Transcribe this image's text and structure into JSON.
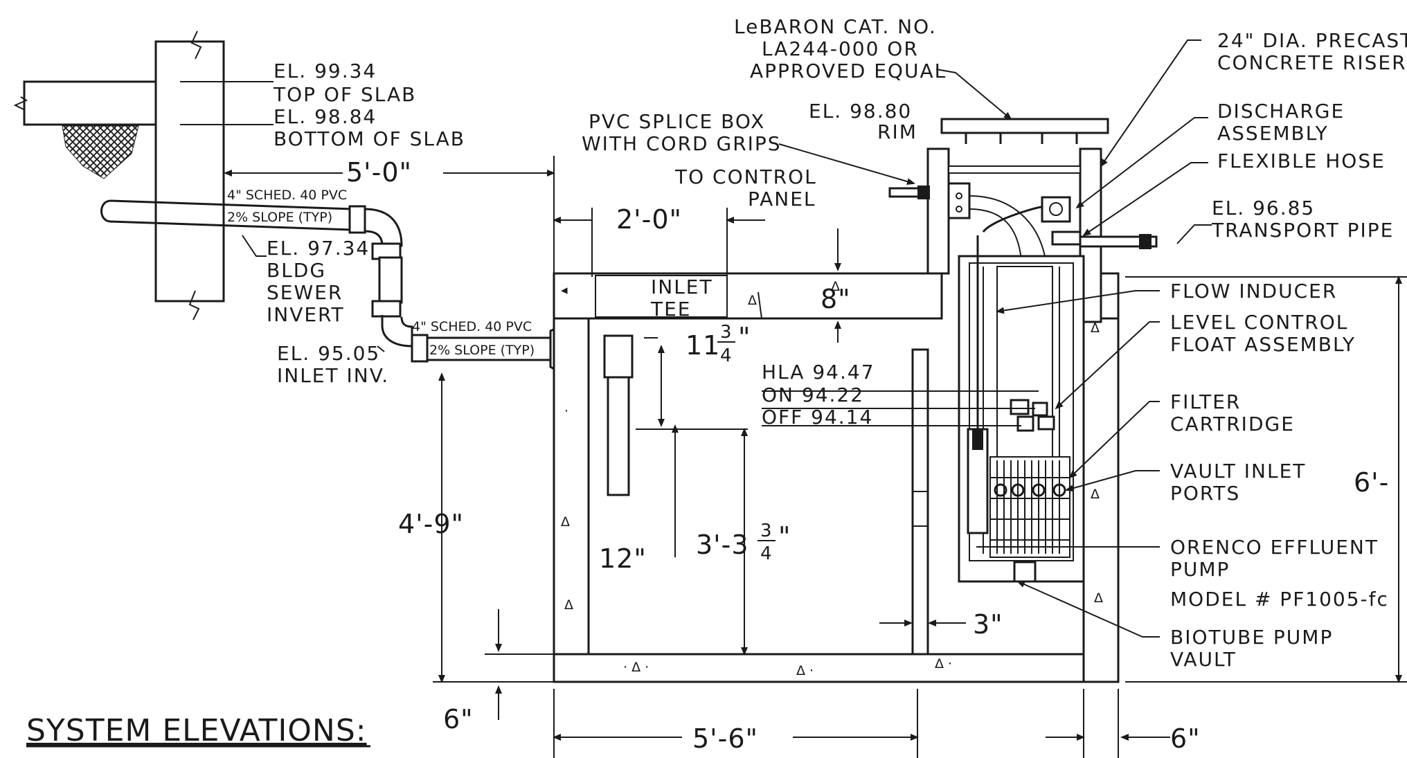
{
  "title": "SYSTEM ELEVATIONS:",
  "labels": {
    "el_top_slab": "EL. 99.34",
    "top_of_slab": "TOP OF SLAB",
    "el_bottom_slab": "EL. 98.84",
    "bottom_of_slab": "BOTTOM OF SLAB",
    "pipe_upper": "4\" SCHED. 40 PVC",
    "slope_upper": "2% SLOPE (TYP)",
    "el_sewer": "EL. 97.34",
    "bldg": "BLDG",
    "sewer": "SEWER",
    "invert": "INVERT",
    "pipe_lower": "4\" SCHED. 40 PVC",
    "slope_lower": "2% SLOPE (TYP)",
    "el_inlet": "EL. 95.05",
    "inlet_inv": "INLET INV.",
    "pvc_splice_1": "PVC SPLICE BOX",
    "pvc_splice_2": "WITH CORD GRIPS",
    "to_control": "TO CONTROL",
    "panel": "PANEL",
    "lebaron_1": "LeBARON CAT. NO.",
    "lebaron_2": "LA244-000 OR",
    "lebaron_3": "APPROVED EQUAL",
    "el_rim": "EL. 98.80",
    "rim": "RIM",
    "riser_1": "24\" DIA. PRECAST",
    "riser_2": "CONCRETE RISER",
    "discharge_1": "DISCHARGE",
    "discharge_2": "ASSEMBLY",
    "flex_hose": "FLEXIBLE HOSE",
    "el_transport": "EL. 96.85",
    "transport": "TRANSPORT PIPE",
    "inlet_1": "INLET",
    "inlet_2": "TEE",
    "flow_inducer": "FLOW INDUCER",
    "level_1": "LEVEL CONTROL",
    "level_2": "FLOAT ASSEMBLY",
    "filter_1": "FILTER",
    "filter_2": "CARTRIDGE",
    "vault_inlet_1": "VAULT INLET",
    "vault_inlet_2": "PORTS",
    "pump_1": "ORENCO EFFLUENT",
    "pump_2": "PUMP",
    "pump_3": "MODEL # PF1005-fc",
    "biotube_1": "BIOTUBE PUMP",
    "biotube_2": "VAULT",
    "hla": "HLA 94.47",
    "on": "ON 94.22",
    "off": "OFF 94.14"
  },
  "dims": {
    "d_5_0": "5'-0\"",
    "d_2_0": "2'-0\"",
    "d_8": "8\"",
    "d_11_whole": "11",
    "d_11_num": "3",
    "d_11_den": "4",
    "d_11_unit": "\"",
    "d_4_9": "4'-9\"",
    "d_12": "12\"",
    "d_3_3_whole": "3'-3",
    "d_3_3_num": "3",
    "d_3_3_den": "4",
    "d_3_3_unit": "\"",
    "d_3": "3\"",
    "d_6_bottom": "6\"",
    "d_5_6": "5'-6\"",
    "d_6_right": "6\"",
    "d_6_total": "6'-"
  }
}
